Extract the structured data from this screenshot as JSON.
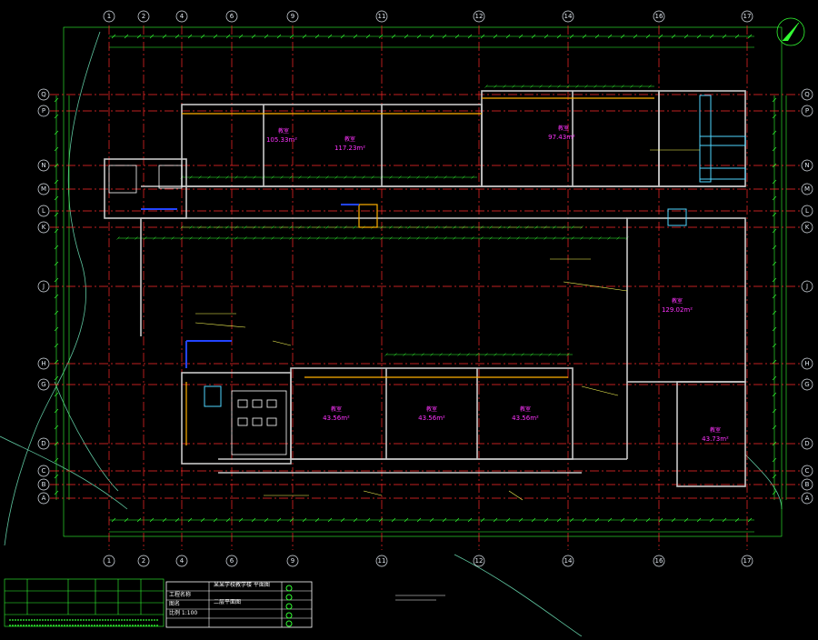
{
  "drawing": {
    "background": "#000000",
    "colors": {
      "axis": "#ff2a2a",
      "dimension": "#33ff33",
      "wall": "#c8c8c8",
      "wall_accent": "#ffb000",
      "window": "#2244ff",
      "stair": "#4fd6ff",
      "room_label": "#ff33ff",
      "annotation": "#ffff55",
      "site_line": "#5fc6a0"
    },
    "column_axes": [
      "1",
      "2",
      "4",
      "6",
      "9",
      "11",
      "12",
      "14",
      "16",
      "17"
    ],
    "row_axes": [
      "A",
      "B",
      "C",
      "D",
      "G",
      "H",
      "J",
      "K",
      "L",
      "M",
      "N",
      "P",
      "Q"
    ],
    "north_symbol": "north-arrow"
  },
  "rooms": [
    {
      "id": "r1",
      "name": "教室",
      "area": "105.33m²"
    },
    {
      "id": "r2",
      "name": "教室",
      "area": "117.23m²"
    },
    {
      "id": "r3",
      "name": "教室",
      "area": "97.43m²"
    },
    {
      "id": "r4",
      "name": "教室",
      "area": "129.02m²"
    },
    {
      "id": "r5",
      "name": "教室",
      "area": "43.56m²"
    },
    {
      "id": "r6",
      "name": "教室",
      "area": "43.56m²"
    },
    {
      "id": "r7",
      "name": "教室",
      "area": "43.56m²"
    },
    {
      "id": "r8",
      "name": "教室",
      "area": "43.73m²"
    }
  ],
  "title_block": {
    "line1": "某某学校教学楼 平面图",
    "line2": "二层平面图",
    "row_a": "工程名称",
    "row_b": "图名",
    "row_c": "比例 1:100"
  }
}
